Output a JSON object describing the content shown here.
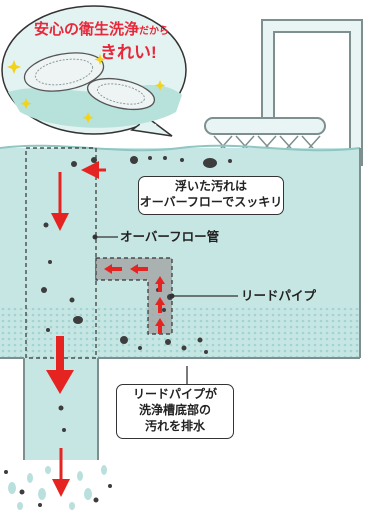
{
  "bubble": {
    "part1": "安心の衛生洗浄",
    "part2": "だから",
    "part3": "きれい!"
  },
  "callouts": {
    "floating_dirt": [
      "浮いた汚れは",
      "オーバーフローでスッキリ"
    ],
    "lead_pipe_drain": [
      "リードパイプが",
      "洗浄槽底部の",
      "汚れを排水"
    ]
  },
  "labels": {
    "overflow_pipe": "オーバーフロー管",
    "lead_pipe": "リードパイプ"
  },
  "colors": {
    "water": "#c6e6e4",
    "water_dark": "#aedcd9",
    "outline": "#7d8f8f",
    "arrow": "#e52421",
    "bubble_red": "#e8283a"
  }
}
